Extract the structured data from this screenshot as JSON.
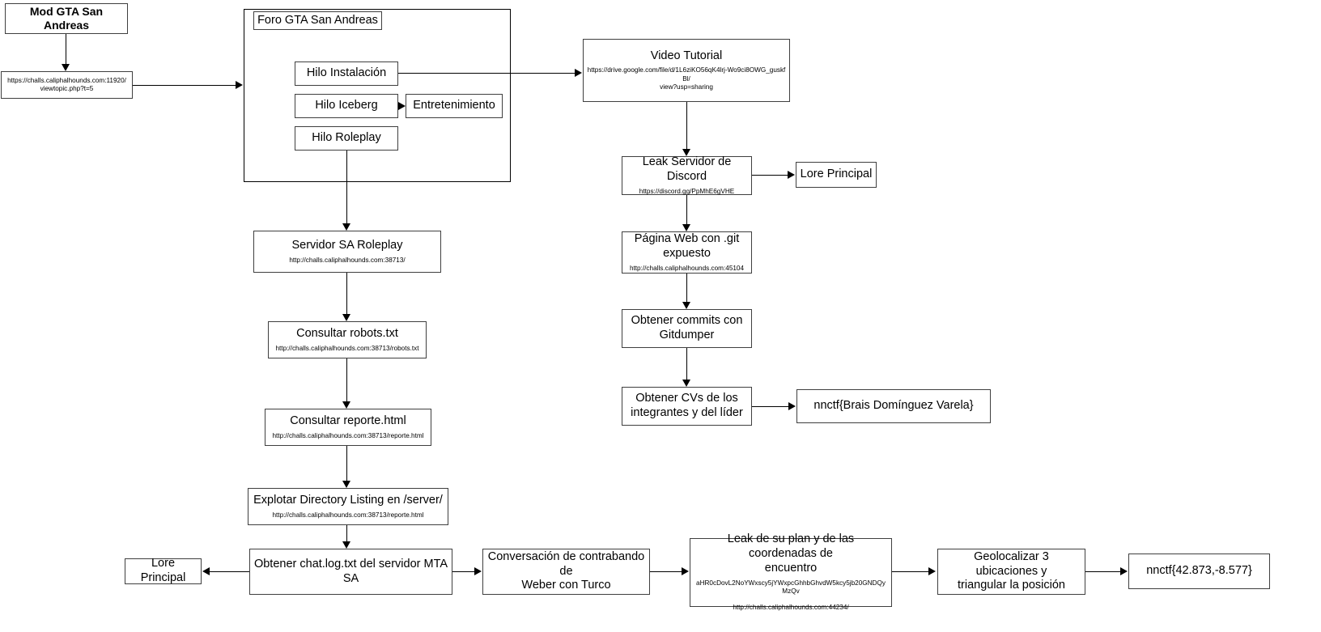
{
  "diagram": {
    "title": "GTA San Andreas CTF Flowchart",
    "groups": [
      {
        "id": "foro-group",
        "label": ""
      }
    ],
    "nodes": [
      {
        "id": "mod-gta",
        "title": "Mod GTA San Andreas",
        "sub": ""
      },
      {
        "id": "forum-url",
        "title": "",
        "sub": "https://challs.caliphalhounds.com:11920/\nviewtopic.php?t=5"
      },
      {
        "id": "foro-gta",
        "title": "Foro GTA San Andreas",
        "sub": ""
      },
      {
        "id": "hilo-instalacion",
        "title": "Hilo Instalación",
        "sub": ""
      },
      {
        "id": "hilo-iceberg",
        "title": "Hilo Iceberg",
        "sub": ""
      },
      {
        "id": "entretenimiento",
        "title": "Entretenimiento",
        "sub": ""
      },
      {
        "id": "hilo-roleplay",
        "title": "Hilo Roleplay",
        "sub": ""
      },
      {
        "id": "video-tutorial",
        "title": "Video Tutorial",
        "sub": "https://drive.google.com/file/d/1L6ziKO56qK4lrj-Wo9ci8OWG_guskfBl/\nview?usp=sharing"
      },
      {
        "id": "leak-discord",
        "title": "Leak Servidor de Discord",
        "sub": "https://discord.gg/PpMhE6gVHE"
      },
      {
        "id": "lore-principal-1",
        "title": "Lore Principal",
        "sub": ""
      },
      {
        "id": "pagina-git",
        "title": "Página Web con .git\nexpuesto",
        "sub": "http://challs.caliphalhounds.com:45104"
      },
      {
        "id": "gitdumper",
        "title": "Obtener commits con\nGitdumper",
        "sub": ""
      },
      {
        "id": "obtener-cvs",
        "title": "Obtener CVs de los\nintegrantes y del líder",
        "sub": ""
      },
      {
        "id": "flag-brais",
        "title": "nnctf{Brais Domínguez Varela}",
        "sub": ""
      },
      {
        "id": "servidor-sa",
        "title": "Servidor SA Roleplay",
        "sub": "http://challs.caliphalhounds.com:38713/"
      },
      {
        "id": "robots-txt",
        "title": "Consultar robots.txt",
        "sub": "http://challs.caliphalhounds.com:38713/robots.txt"
      },
      {
        "id": "reporte-html",
        "title": "Consultar reporte.html",
        "sub": "http://challs.caliphalhounds.com:38713/reporte.html"
      },
      {
        "id": "directory-listing",
        "title": "Explotar Directory Listing en /server/",
        "sub": "http://challs.caliphalhounds.com:38713/reporte.html"
      },
      {
        "id": "chat-log",
        "title": "Obtener chat.log.txt del servidor MTA\nSA",
        "sub": ""
      },
      {
        "id": "lore-principal-2",
        "title": "Lore Principal",
        "sub": ""
      },
      {
        "id": "conversacion",
        "title": "Conversación de contrabando de\nWeber con Turco",
        "sub": ""
      },
      {
        "id": "leak-plan",
        "title": "Leak de su plan y de las coordenadas de\nencuentro",
        "sub": "aHR0cDovL2NoYWxscy5jYWxpcGhhbGhvdW5kcy5jb20GNDQyMzQv\n\nhttp://challs.caliphalhounds.com:44234/"
      },
      {
        "id": "geolocalizar",
        "title": "Geolocalizar 3 ubicaciones y\ntriangular la posición",
        "sub": ""
      },
      {
        "id": "flag-coords",
        "title": "nnctf{42.873,-8.577}",
        "sub": ""
      }
    ]
  }
}
